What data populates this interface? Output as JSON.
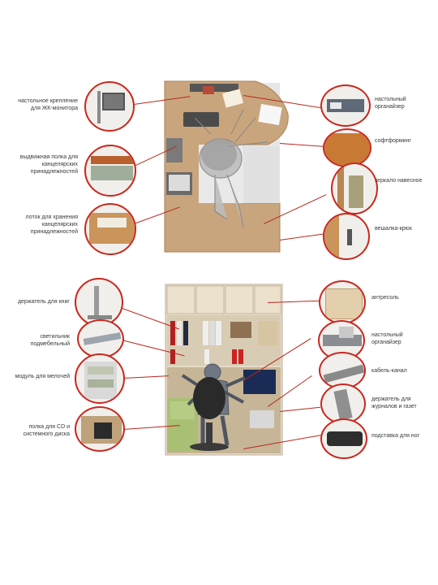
{
  "top_section": {
    "labels": {
      "monitor_mount": "настольное крепление для ЖК-монитора",
      "pullout_shelf": "выдвижная полка для канцелярских принадлежностей",
      "tray": "лоток для хранения канцелярских принадлежностей",
      "desk_organizer": "настольный органайзер",
      "softforming": "софтформинг",
      "wall_mirror": "зеркало навесное",
      "hanger_hook": "вешалка-крюк"
    }
  },
  "bottom_section": {
    "labels": {
      "book_holder": "держатель для книг",
      "cabinet_light": "светильник подмебельный",
      "printer_module": "модуль для мелочей",
      "cd_shelf": "полка для CD и системного диска",
      "mezzanine": "антресоль",
      "desk_organizer2": "настольный органайзер",
      "cable_channel": "кабель-канал",
      "magazine_holder": "держатель для журналов и газет",
      "foot_rest": "подставка для ног"
    }
  },
  "colors": {
    "accent": "#c8281e",
    "wood": "#c9a57d",
    "panel": "#e9dcc6"
  }
}
